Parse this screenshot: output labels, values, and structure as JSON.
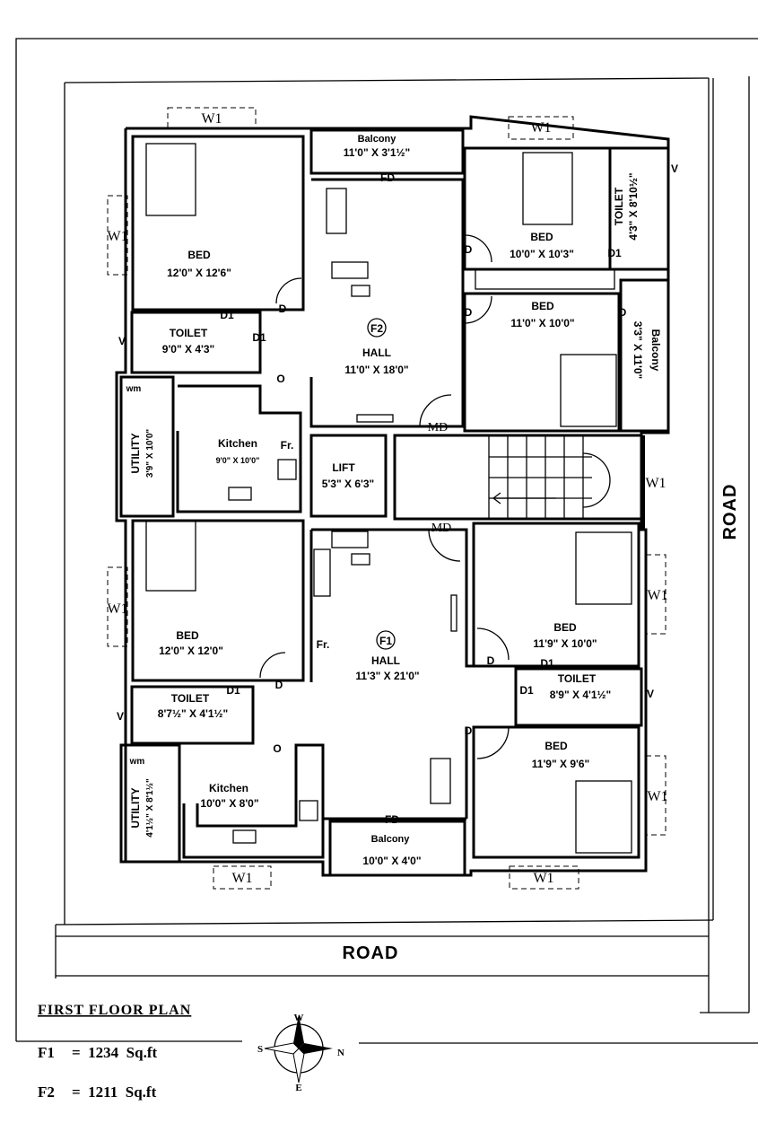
{
  "plan": {
    "title": "FIRST FLOOR PLAN",
    "areas": [
      {
        "flat": "F1",
        "text": "=  1234  Sq.ft"
      },
      {
        "flat": "F2",
        "text": "=  1211  Sq.ft"
      }
    ]
  },
  "roads": {
    "right": "ROAD",
    "bottom": "ROAD"
  },
  "compass": {
    "north": "N",
    "south": "S",
    "east": "E",
    "west": "W"
  },
  "flat_markers": {
    "f2": "F2",
    "f1": "F1"
  },
  "rooms": {
    "f2_bed1": {
      "name": "BED",
      "size": "12'0\" X 12'6\""
    },
    "f2_balcony": {
      "name": "Balcony",
      "size": "11'0\" X 3'1½\""
    },
    "f2_bed2": {
      "name": "BED",
      "size": "10'0\" X 10'3\""
    },
    "f2_toilet2": {
      "name": "TOILET",
      "size": "4'3\" X 8'10½\""
    },
    "f2_bed3": {
      "name": "BED",
      "size": "11'0\" X 10'0\""
    },
    "f2_balcony2": {
      "name": "Balcony",
      "size": "3'3\" X 11'0\""
    },
    "f2_hall": {
      "name": "HALL",
      "size": "11'0\" X 18'0\""
    },
    "f2_toilet1": {
      "name": "TOILET",
      "size": "9'0\" X 4'3\""
    },
    "f2_utility": {
      "name": "UTILITY",
      "size": "3'9\" X 10'0\""
    },
    "f2_kitchen": {
      "name": "Kitchen",
      "size": "9'0\" X 10'0\""
    },
    "lift": {
      "name": "LIFT",
      "size": "5'3\" X 6'3\""
    },
    "f1_bed1": {
      "name": "BED",
      "size": "12'0\" X 12'0\""
    },
    "f1_hall": {
      "name": "HALL",
      "size": "11'3\" X 21'0\""
    },
    "f1_bed2": {
      "name": "BED",
      "size": "11'9\" X 10'0\""
    },
    "f1_toilet2": {
      "name": "TOILET",
      "size": "8'9\" X 4'1½\""
    },
    "f1_bed3": {
      "name": "BED",
      "size": "11'9\" X 9'6\""
    },
    "f1_toilet1": {
      "name": "TOILET",
      "size": "8'7½\" X 4'1½\""
    },
    "f1_utility": {
      "name": "UTILITY",
      "size": "4'1½\" X 8'1½\""
    },
    "f1_kitchen": {
      "name": "Kitchen",
      "size": "10'0\" X 8'0\""
    },
    "f1_balcony": {
      "name": "Balcony",
      "size": "10'0\" X 4'0\""
    }
  },
  "symbols": {
    "window": "W1",
    "ventilator": "V",
    "door": "D",
    "door_small": "D1",
    "main_door": "MD",
    "french_door": "FD",
    "opening": "O",
    "washing_machine": "wm",
    "fridge": "Fr."
  }
}
